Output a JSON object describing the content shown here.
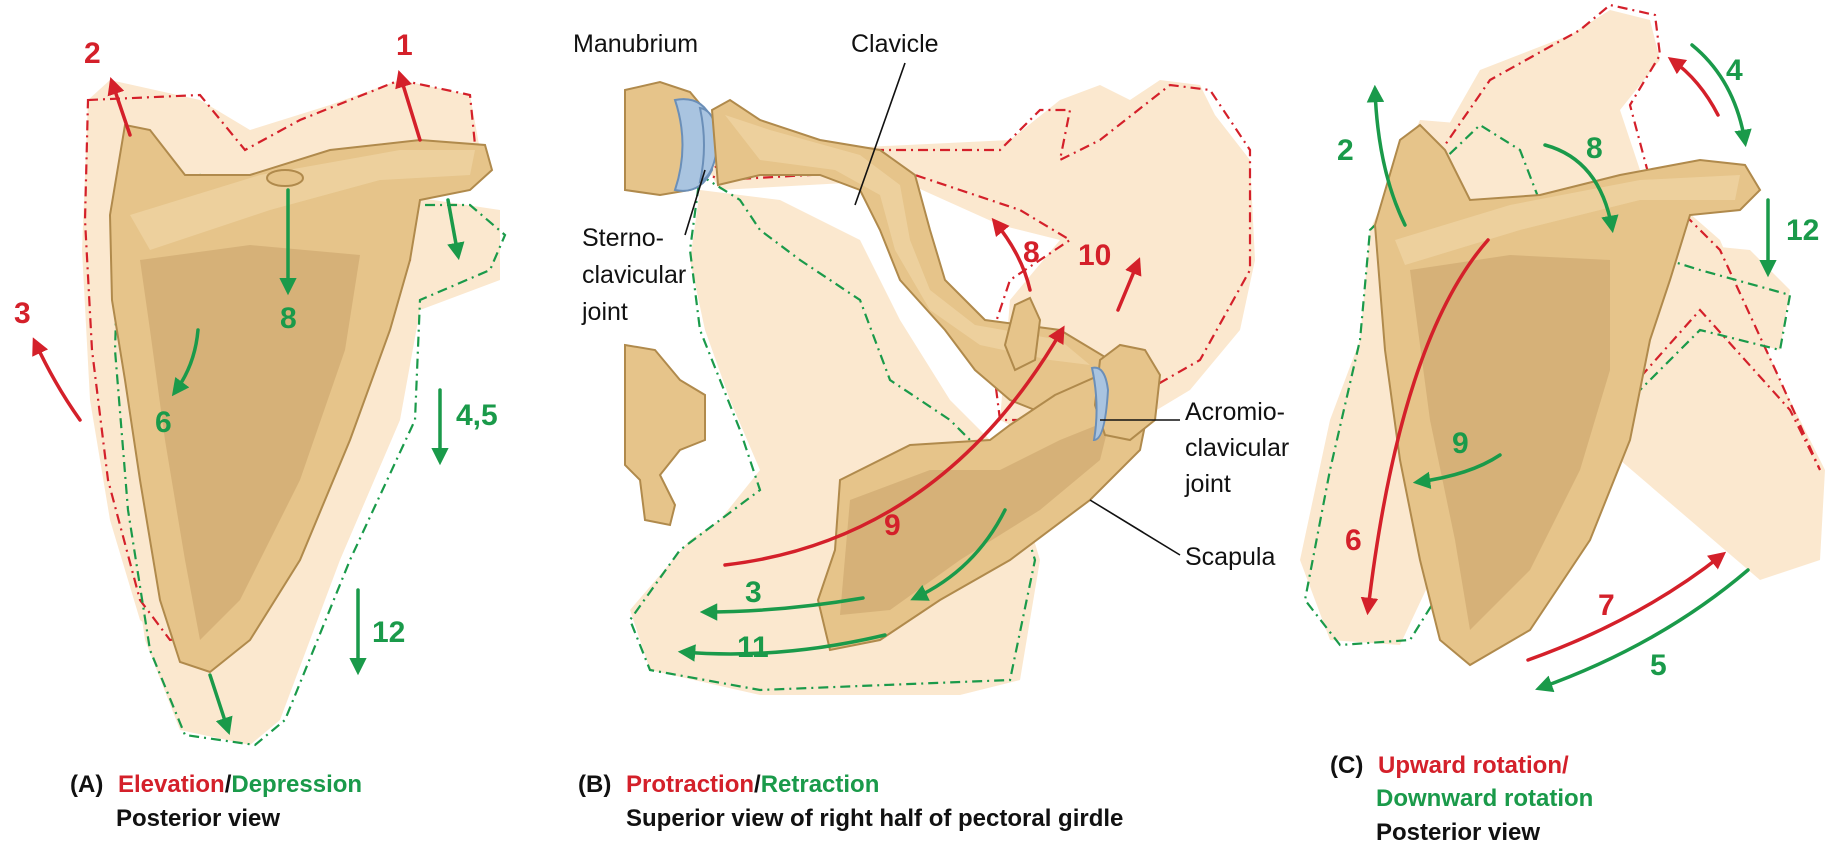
{
  "colors": {
    "red": "#d4202a",
    "green": "#1a9a4a",
    "bone": "#e6c48a",
    "shadow": "#fbe8cf",
    "text": "#111111",
    "cartilage": "#a9c4e0"
  },
  "panelA": {
    "letter": "(A)",
    "title_red": "Elevation",
    "slash": "/",
    "title_green": "Depression",
    "subtitle": "Posterior view",
    "nums": {
      "n1": "1",
      "n2": "2",
      "n3": "3",
      "n8": "8",
      "n6": "6",
      "n45": "4,5",
      "n12": "12"
    }
  },
  "panelB": {
    "letter": "(B)",
    "title_red": "Protraction",
    "slash": "/",
    "title_green": "Retraction",
    "subtitle": "Superior view of right half of pectoral girdle",
    "labels": {
      "manubrium": "Manubrium",
      "clavicle": "Clavicle",
      "sterno1": "Sterno-",
      "sterno2": "clavicular",
      "sterno3": "joint",
      "acromio1": "Acromio-",
      "acromio2": "clavicular",
      "acromio3": "joint",
      "scapula": "Scapula"
    },
    "nums": {
      "n8": "8",
      "n10": "10",
      "n9": "9",
      "n3": "3",
      "n11": "11"
    }
  },
  "panelC": {
    "letter": "(C)",
    "title_red": "Upward rotation/",
    "title_green": "Downward rotation",
    "subtitle": "Posterior view",
    "nums": {
      "n2": "2",
      "n8": "8",
      "n4": "4",
      "n12": "12",
      "n9": "9",
      "n6": "6",
      "n7": "7",
      "n5": "5"
    }
  }
}
